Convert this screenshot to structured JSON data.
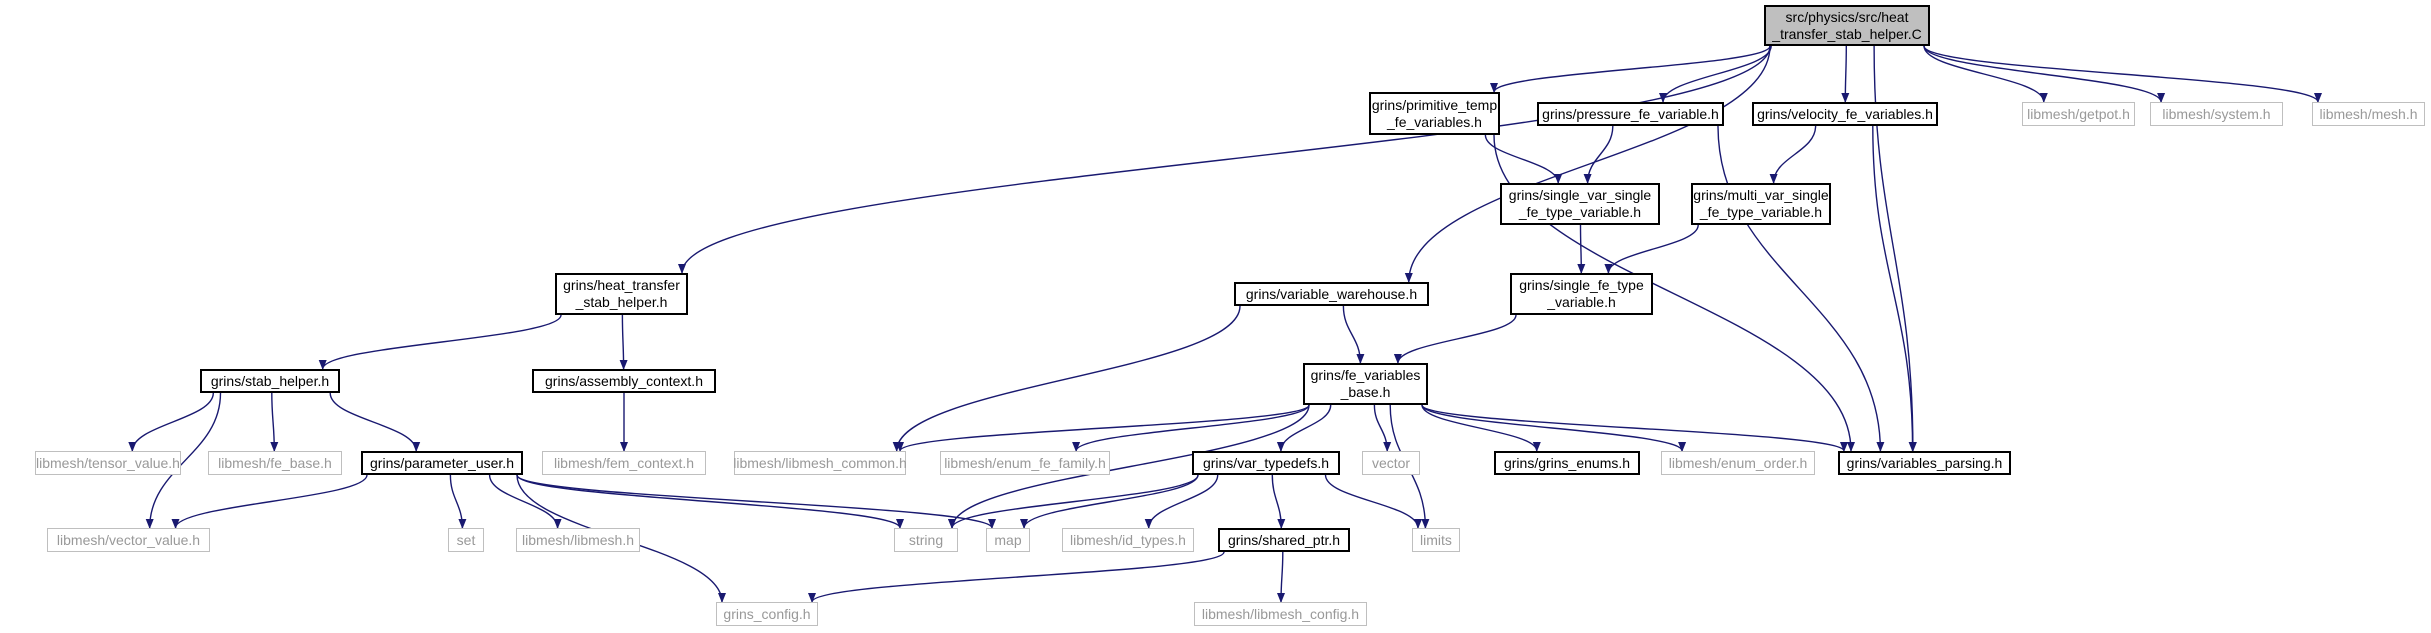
{
  "colors": {
    "edge": "#191970",
    "root_fill": "#bfbfbf",
    "external_border": "#bfbfbf",
    "external_text": "#999999"
  },
  "nodes": {
    "root": "src/physics/src/heat\n_transfer_stab_helper.C",
    "primitive_temp": "grins/primitive_temp\n_fe_variables.h",
    "pressure_fe": "grins/pressure_fe_variable.h",
    "velocity_fe": "grins/velocity_fe_variables.h",
    "libmesh_getpot": "libmesh/getpot.h",
    "libmesh_system": "libmesh/system.h",
    "libmesh_mesh": "libmesh/mesh.h",
    "single_var": "grins/single_var_single\n_fe_type_variable.h",
    "multi_var": "grins/multi_var_single\n_fe_type_variable.h",
    "heat_transfer_stab": "grins/heat_transfer\n_stab_helper.h",
    "variable_warehouse": "grins/variable_warehouse.h",
    "single_fe_type": "grins/single_fe_type\n_variable.h",
    "stab_helper": "grins/stab_helper.h",
    "assembly_context": "grins/assembly_context.h",
    "fe_variables_base": "grins/fe_variables\n_base.h",
    "tensor_value": "libmesh/tensor_value.h",
    "fe_base": "libmesh/fe_base.h",
    "parameter_user": "grins/parameter_user.h",
    "fem_context": "libmesh/fem_context.h",
    "libmesh_common": "libmesh/libmesh_common.h",
    "enum_fe_family": "libmesh/enum_fe_family.h",
    "var_typedefs": "grins/var_typedefs.h",
    "vector": "vector",
    "grins_enums": "grins/grins_enums.h",
    "enum_order": "libmesh/enum_order.h",
    "variables_parsing": "grins/variables_parsing.h",
    "vector_value": "libmesh/vector_value.h",
    "set": "set",
    "libmesh_libmesh": "libmesh/libmesh.h",
    "string": "string",
    "map": "map",
    "id_types": "libmesh/id_types.h",
    "limits": "limits",
    "shared_ptr": "grins/shared_ptr.h",
    "grins_config": "grins_config.h",
    "libmesh_config": "libmesh/libmesh_config.h"
  }
}
